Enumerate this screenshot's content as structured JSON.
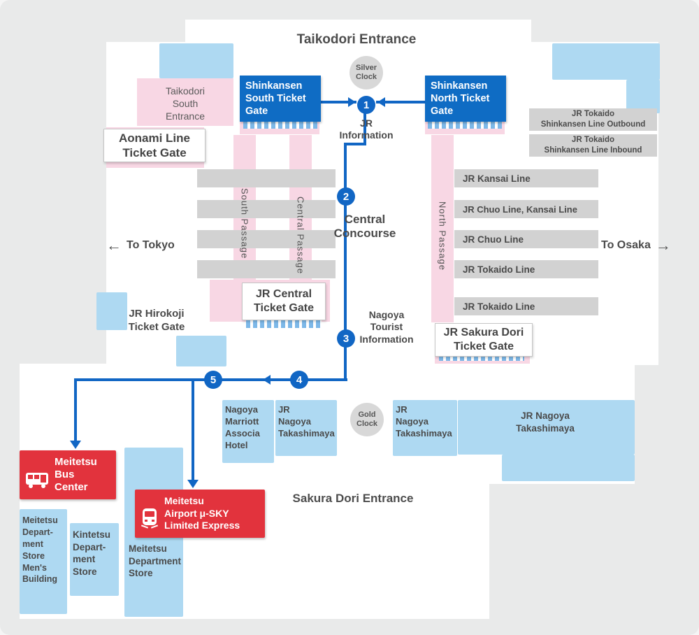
{
  "colors": {
    "background": "#e9eaea",
    "map_white": "#ffffff",
    "building_blue": "#aed9f2",
    "passage_pink": "#f8d7e4",
    "platform_gray": "#d2d2d2",
    "gate_blue": "#0f6cc4",
    "route_blue": "#1166c4",
    "destination_red": "#e2333d",
    "text_gray": "#4a4a4a"
  },
  "icons": {
    "left_arrow": "←",
    "right_arrow": "→"
  },
  "entrances": {
    "taikodori": "Taikodori Entrance",
    "taikodori_south": "Taikodori\nSouth\nEntrance",
    "sakura_dori": "Sakura Dori Entrance"
  },
  "clocks": {
    "silver": "Silver\nClock",
    "gold": "Gold\nClock"
  },
  "gates": {
    "shinkansen_south": "Shinkansen\nSouth Ticket\nGate",
    "shinkansen_north": "Shinkansen\nNorth Ticket\nGate",
    "aonami": "Aonami Line\nTicket Gate",
    "jr_central": "JR Central\nTicket Gate",
    "jr_hirokoji": "JR Hirokoji\nTicket Gate",
    "jr_sakura_dori": "JR Sakura Dori\nTicket Gate"
  },
  "info": {
    "jr_information": "JR\nInformation",
    "central_concourse": "Central\nConcourse",
    "tourist_information": "Nagoya\nTourist\nInformation"
  },
  "directions": {
    "to_tokyo": "To Tokyo",
    "to_osaka": "To Osaka"
  },
  "passages": [
    "South Passage",
    "Central Passage",
    "North Passage"
  ],
  "jr_lines": [
    "JR Tokaido\nShinkansen Line Outbound",
    "JR Tokaido\nShinkansen Line Inbound",
    "JR Kansai Line",
    "JR Chuo Line, Kansai Line",
    "JR Chuo Line",
    "JR Tokaido Line",
    "JR Tokaido Line"
  ],
  "route_steps": [
    "1",
    "2",
    "3",
    "4",
    "5"
  ],
  "buildings": {
    "marriott": "Nagoya\nMarriott\nAssocia\nHotel",
    "takashimaya_left": "JR\nNagoya\nTakashimaya",
    "takashimaya_mid": "JR\nNagoya\nTakashimaya",
    "takashimaya_right": "JR Nagoya\nTakashimaya",
    "meitetsu_mens": "Meitetsu\nDepart-\nment\nStore\nMen's\nBuilding",
    "kintetsu": "Kintetsu\nDepart-\nment\nStore",
    "meitetsu_dept": "Meitetsu\nDepartment\nStore"
  },
  "destinations": {
    "bus_center": "Meitetsu\nBus\nCenter",
    "airport_express": "Meitetsu\nAirport μ-SKY\nLimited Express"
  }
}
